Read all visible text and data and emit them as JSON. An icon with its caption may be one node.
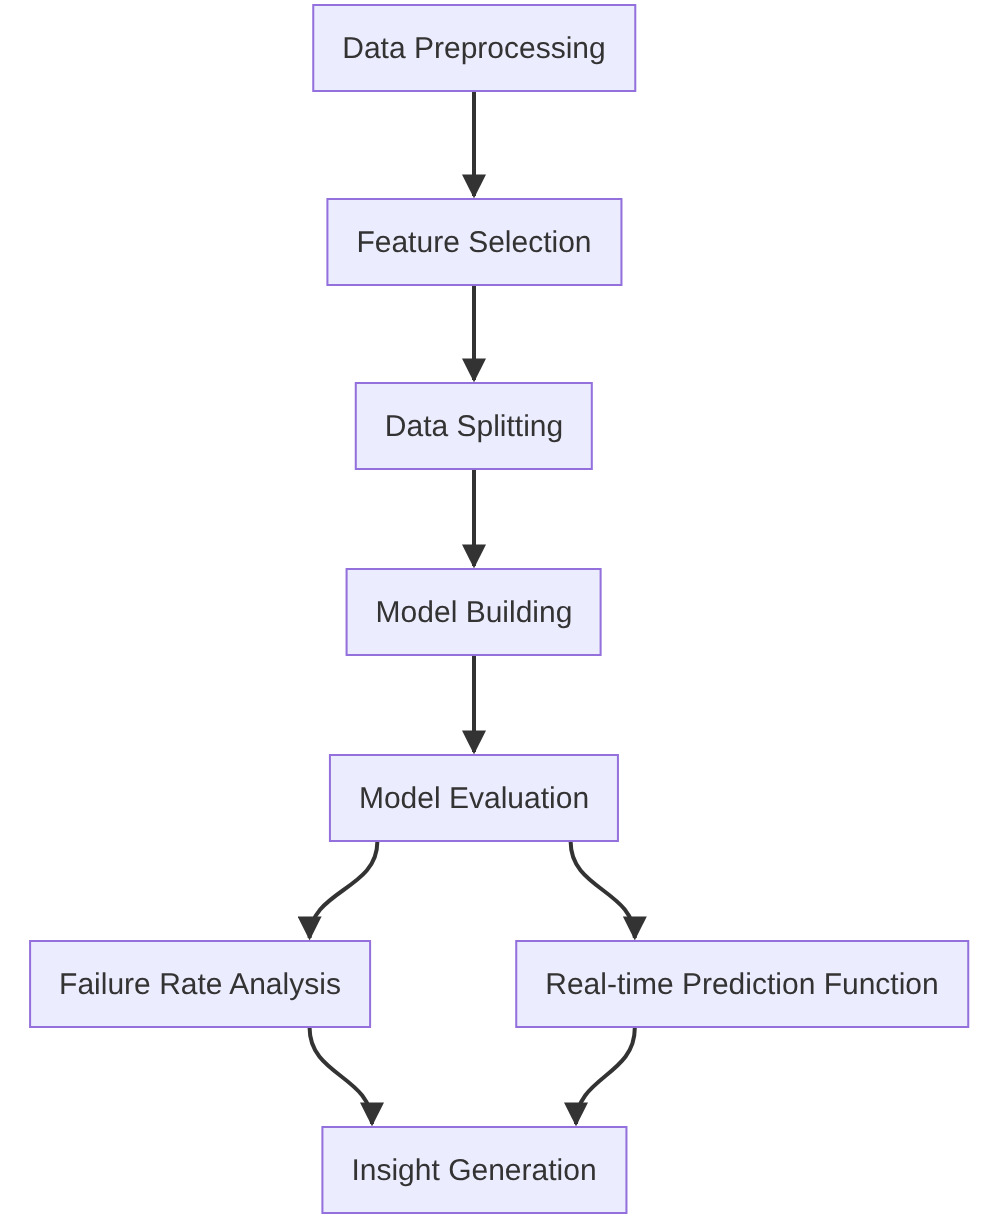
{
  "diagram": {
    "nodes": [
      {
        "text": [
          "Data Preprocessing"
        ]
      },
      {
        "text": [
          "Feature Selection"
        ]
      },
      {
        "text": [
          "Data Splitting"
        ]
      },
      {
        "text": [
          "Model Building"
        ]
      },
      {
        "text": [
          "Model Evaluation"
        ]
      },
      {
        "text": [
          "Failure Rate Analysis"
        ]
      },
      {
        "text": [
          "Real-time Prediction Function"
        ]
      },
      {
        "text": [
          "Insight Generation"
        ]
      }
    ],
    "edges": [
      {
        "from": 0,
        "to": 1,
        "arrow": "to"
      },
      {
        "from": 1,
        "to": 2,
        "arrow": "to"
      },
      {
        "from": 2,
        "to": 3,
        "arrow": "to"
      },
      {
        "from": 3,
        "to": 4,
        "arrow": "to"
      },
      {
        "from": 4,
        "to": 5,
        "arrow": "to"
      },
      {
        "from": 4,
        "to": 6,
        "arrow": "to"
      },
      {
        "from": 5,
        "to": 7,
        "arrow": "to"
      },
      {
        "from": 6,
        "to": 7,
        "arrow": "to"
      }
    ]
  }
}
